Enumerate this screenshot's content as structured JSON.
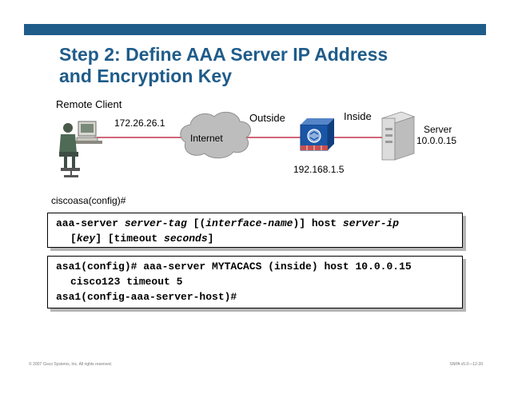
{
  "header": {
    "title_line1": "Step 2: Define AAA Server IP Address",
    "title_line2": "and Encryption Key"
  },
  "diagram": {
    "remote_client_label": "Remote Client",
    "client_ip": "172.26.26.1",
    "internet_label": "Internet",
    "outside_label": "Outside",
    "inside_label": "Inside",
    "firewall_ip": "192.168.1.5",
    "server_label": "Server",
    "server_ip": "10.0.0.15",
    "colors": {
      "link": "#c0334d",
      "cloud": "#b8b8b8",
      "firewall": "#1a56a6",
      "accent": "#1f5c8a"
    }
  },
  "prompt": "ciscoasa(config)#",
  "syntax": {
    "l1_cmd": "aaa-server ",
    "l1_tag": "server-tag",
    "l1_open": " [(",
    "l1_iface": "interface-name",
    "l1_close": ")] host ",
    "l1_ip": "server-ip",
    "l2_open": "[",
    "l2_key": "key",
    "l2_mid": "] [timeout ",
    "l2_seconds": "seconds",
    "l2_close": "]"
  },
  "example": {
    "line1": "asa1(config)# aaa-server MYTACACS (inside) host 10.0.0.15",
    "line2": "cisco123 timeout 5",
    "line3": "asa1(config-aaa-server-host)#"
  },
  "footer": {
    "copyright": "© 2007 Cisco Systems, Inc. All rights reserved.",
    "course": "SNPA v5.0—12-39"
  }
}
